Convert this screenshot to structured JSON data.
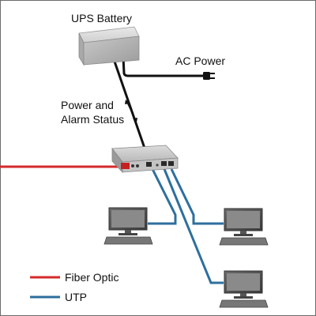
{
  "ups": {
    "label": "UPS Battery"
  },
  "ac_power": {
    "label": "AC Power"
  },
  "status": {
    "line1": "Power and",
    "line2": "Alarm Status"
  },
  "legend": {
    "fiber_label": "Fiber Optic",
    "utp_label": "UTP"
  },
  "colors": {
    "fiber": "#d42a2a",
    "utp": "#2d6f9e",
    "power_cable": "#111111",
    "background": "#ffffff",
    "border": "#6b6b6b"
  },
  "icons": {
    "ups": "ups-battery-icon",
    "plug": "power-plug-icon",
    "switch": "media-converter-icon",
    "computer": "desktop-computer-icon"
  }
}
